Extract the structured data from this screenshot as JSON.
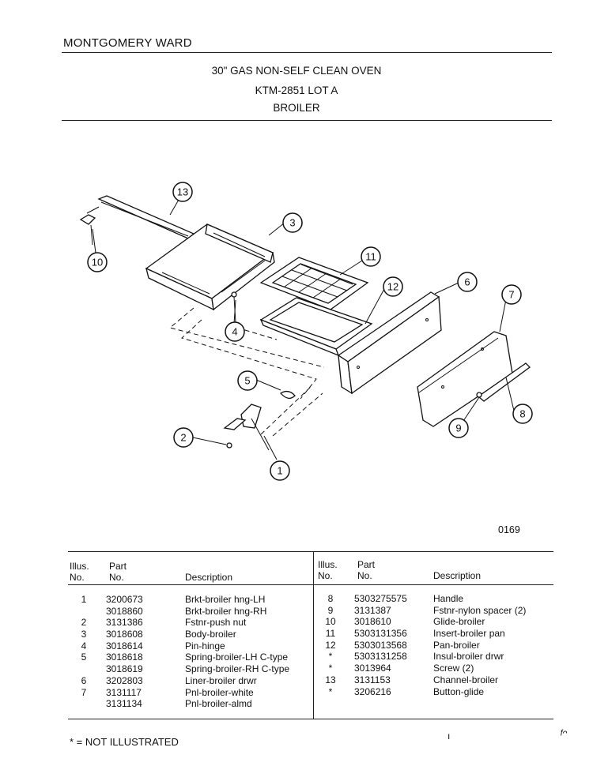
{
  "header": {
    "brand": "MONTGOMERY WARD",
    "title_line1": "30\" GAS NON-SELF CLEAN OVEN",
    "title_line2": "KTM-2851 LOT A",
    "title_line3": "BROILER"
  },
  "diagram": {
    "callouts": [
      "1",
      "2",
      "3",
      "4",
      "5",
      "6",
      "7",
      "8",
      "9",
      "10",
      "11",
      "12",
      "13"
    ],
    "code": "0169"
  },
  "table": {
    "headers": {
      "illus": "Illus.",
      "no": "No.",
      "part": "Part",
      "part_no": "No.",
      "description": "Description"
    },
    "left": {
      "illus": [
        "1",
        "",
        "2",
        "3",
        "4",
        "5",
        "",
        "6",
        "7",
        ""
      ],
      "part": [
        "3200673",
        "3018860",
        "3131386",
        "3018608",
        "3018614",
        "3018618",
        "3018619",
        "3202803",
        "3131117",
        "3131134"
      ],
      "desc": [
        "Brkt-broiler hng-LH",
        "Brkt-broiler hng-RH",
        "Fstnr-push nut",
        "Body-broiler",
        "Pin-hinge",
        "Spring-broiler-LH C-type",
        "Spring-broiler-RH C-type",
        "Liner-broiler drwr",
        "Pnl-broiler-white",
        "Pnl-broiler-almd"
      ]
    },
    "right": {
      "illus": [
        "8",
        "9",
        "10",
        "11",
        "12",
        "*",
        "*",
        "13",
        "*"
      ],
      "part": [
        "5303275575",
        "3131387",
        "3018610",
        "5303131356",
        "5303013568",
        "5303131258",
        "3013964",
        "3131153",
        "3206216"
      ],
      "desc": [
        "Handle",
        "Fstnr-nylon spacer (2)",
        "Glide-broiler",
        "Insert-broiler pan",
        "Pan-broiler",
        "Insul-broiler drwr",
        "Screw (2)",
        "Channel-broiler",
        "Button-glide"
      ]
    }
  },
  "footer": {
    "note": "* = NOT ILLUSTRATED",
    "mark": "ı",
    "mark2": "ᶠᵔ"
  }
}
